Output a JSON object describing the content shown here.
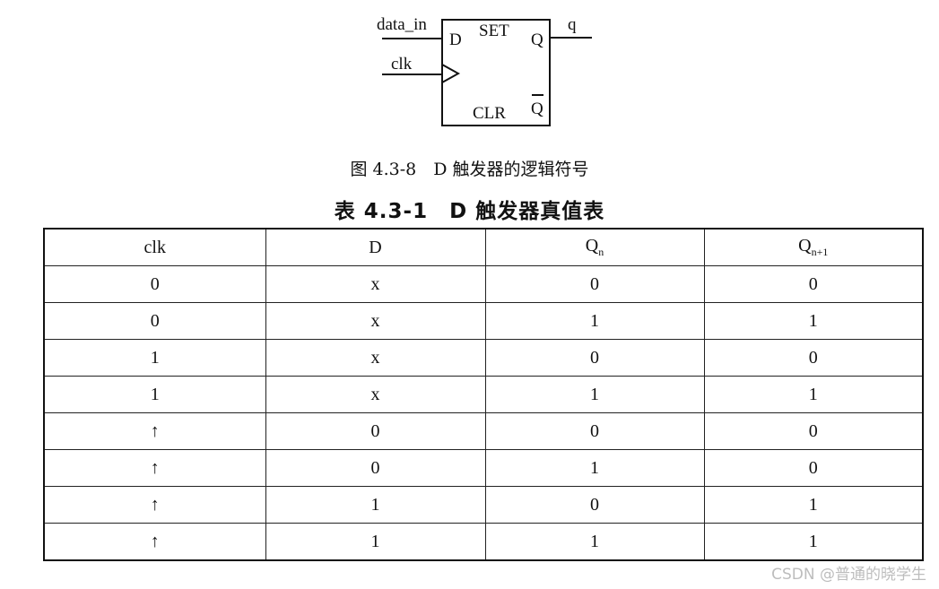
{
  "diagram": {
    "input_data_label": "data_in",
    "input_clk_label": "clk",
    "pin_d": "D",
    "pin_set": "SET",
    "pin_q": "Q",
    "pin_clr": "CLR",
    "pin_qbar": "Q",
    "output_label": "q"
  },
  "figure_caption": "图 4.3-8　D 触发器的逻辑符号",
  "table_caption": "表 4.3-1　D 触发器真值表",
  "table": {
    "headers": {
      "clk": "clk",
      "d": "D",
      "qn_base": "Q",
      "qn_sub": "n",
      "qn1_base": "Q",
      "qn1_sub": "n+1"
    },
    "rows": [
      {
        "clk": "0",
        "d": "x",
        "qn": "0",
        "qn1": "0"
      },
      {
        "clk": "0",
        "d": "x",
        "qn": "1",
        "qn1": "1"
      },
      {
        "clk": "1",
        "d": "x",
        "qn": "0",
        "qn1": "0"
      },
      {
        "clk": "1",
        "d": "x",
        "qn": "1",
        "qn1": "1"
      },
      {
        "clk": "↑",
        "d": "0",
        "qn": "0",
        "qn1": "0"
      },
      {
        "clk": "↑",
        "d": "0",
        "qn": "1",
        "qn1": "0"
      },
      {
        "clk": "↑",
        "d": "1",
        "qn": "0",
        "qn1": "1"
      },
      {
        "clk": "↑",
        "d": "1",
        "qn": "1",
        "qn1": "1"
      }
    ]
  },
  "watermark": "CSDN @普通的晓学生"
}
